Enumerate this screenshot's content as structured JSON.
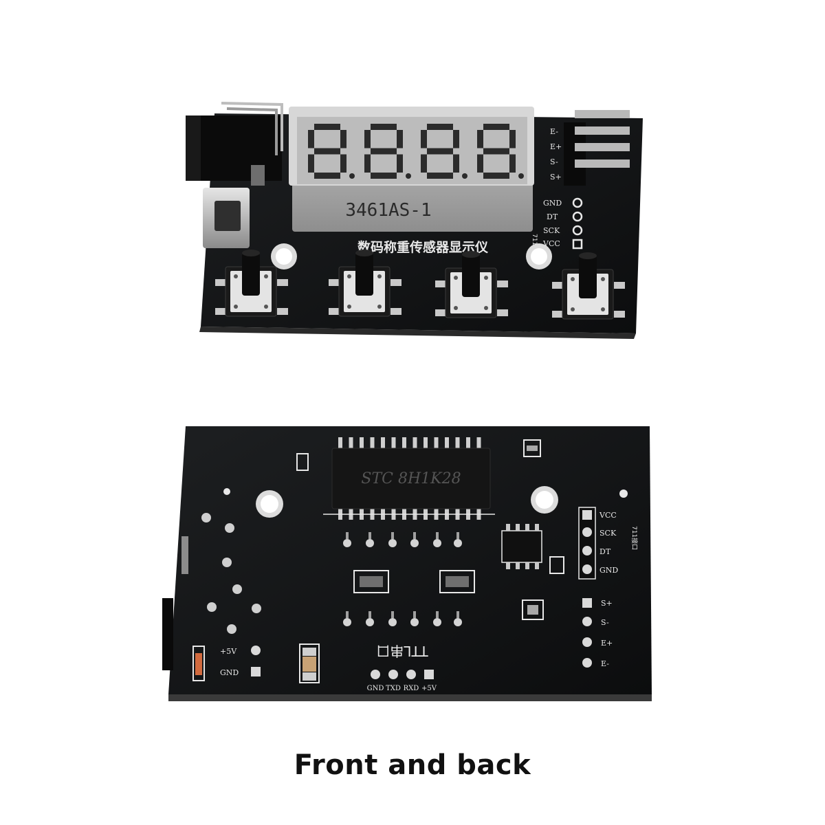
{
  "front": {
    "display_part_number": "3461AS-1",
    "title_chinese": "数码称重传感器显示仪",
    "sensor_pins": [
      "E-",
      "E+",
      "S-",
      "S+"
    ],
    "hx711_pins": [
      "GND",
      "DT",
      "SCK",
      "VCC"
    ],
    "hx711_marking": "711接口"
  },
  "back": {
    "chip_marking": "STC 8H1K28",
    "hx711_pins": [
      "VCC",
      "SCK",
      "DT",
      "GND"
    ],
    "hx711_marking": "711接口",
    "sensor_pins": [
      "S+",
      "S-",
      "E+",
      "E-"
    ],
    "power_pins": [
      "+5V",
      "GND"
    ],
    "ttl_label": "TTL串口",
    "ttl_pins": [
      "GND",
      "TXD",
      "RXD",
      "+5V"
    ]
  },
  "caption": "Front and back",
  "colors": {
    "pcb": "#121314",
    "silkscreen": "#e8e8e8",
    "pad": "#c9c9c9",
    "display_body": "#9a9a9a",
    "segment_face": "#2b2b2b"
  }
}
